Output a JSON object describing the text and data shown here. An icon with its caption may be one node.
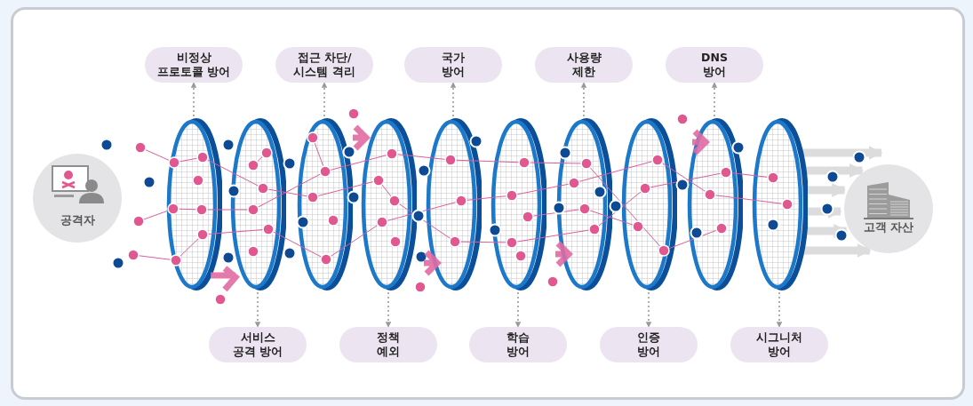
{
  "diagram": {
    "nodes": [
      {
        "text": [
          "공격자"
        ]
      },
      {
        "text": [],
        "shape": "ring"
      },
      {
        "text": [],
        "shape": "ring"
      },
      {
        "text": [],
        "shape": "ring"
      },
      {
        "text": [],
        "shape": "ring"
      },
      {
        "text": [],
        "shape": "ring"
      },
      {
        "text": [],
        "shape": "ring"
      },
      {
        "text": [],
        "shape": "ring"
      },
      {
        "text": [],
        "shape": "ring"
      },
      {
        "text": [],
        "shape": "ring"
      },
      {
        "text": [],
        "shape": "ring"
      },
      {
        "text": [
          "비정상 프로토콜 방어"
        ]
      },
      {
        "text": [
          "서비스 공격 방어"
        ]
      },
      {
        "text": [
          "접근 차단/ 시스템 격리"
        ]
      },
      {
        "text": [
          "정책 예외"
        ]
      },
      {
        "text": [
          "국가 방어"
        ]
      },
      {
        "text": [
          "학습 방어"
        ]
      },
      {
        "text": [
          "사용량 제한"
        ]
      },
      {
        "text": [
          "인증 방어"
        ]
      },
      {
        "text": [
          "DNS 방어"
        ]
      },
      {
        "text": [
          "시그니처 방어"
        ]
      },
      {
        "text": [
          "고객 자산"
        ]
      }
    ],
    "edges": [
      {
        "from": 1,
        "to": 11,
        "arrow": "to",
        "style": "dashed"
      },
      {
        "from": 2,
        "to": 12,
        "arrow": "to",
        "style": "dashed"
      },
      {
        "from": 3,
        "to": 13,
        "arrow": "to",
        "style": "dashed"
      },
      {
        "from": 4,
        "to": 14,
        "arrow": "to",
        "style": "dashed"
      },
      {
        "from": 5,
        "to": 15,
        "arrow": "to",
        "style": "dashed"
      },
      {
        "from": 6,
        "to": 16,
        "arrow": "to",
        "style": "dashed"
      },
      {
        "from": 7,
        "to": 17,
        "arrow": "to",
        "style": "dashed"
      },
      {
        "from": 8,
        "to": 18,
        "arrow": "to",
        "style": "dashed"
      },
      {
        "from": 9,
        "to": 19,
        "arrow": "to",
        "style": "dashed"
      },
      {
        "from": 10,
        "to": 20,
        "arrow": "to",
        "style": "dashed"
      },
      {
        "from": 10,
        "to": 21,
        "arrow": "to",
        "style": "thick",
        "color": "#dcdcdc"
      },
      {
        "from": 10,
        "to": 21,
        "arrow": "to",
        "style": "thick",
        "color": "#dcdcdc"
      },
      {
        "from": 10,
        "to": 21,
        "arrow": "to",
        "style": "thick",
        "color": "#dcdcdc"
      },
      {
        "from": 10,
        "to": 21,
        "arrow": "to",
        "style": "thick",
        "color": "#dcdcdc"
      },
      {
        "from": 10,
        "to": 21,
        "arrow": "to",
        "style": "thick",
        "color": "#dcdcdc"
      },
      {
        "from": 10,
        "to": 21,
        "arrow": "to",
        "style": "thick",
        "color": "#dcdcdc"
      }
    ]
  }
}
